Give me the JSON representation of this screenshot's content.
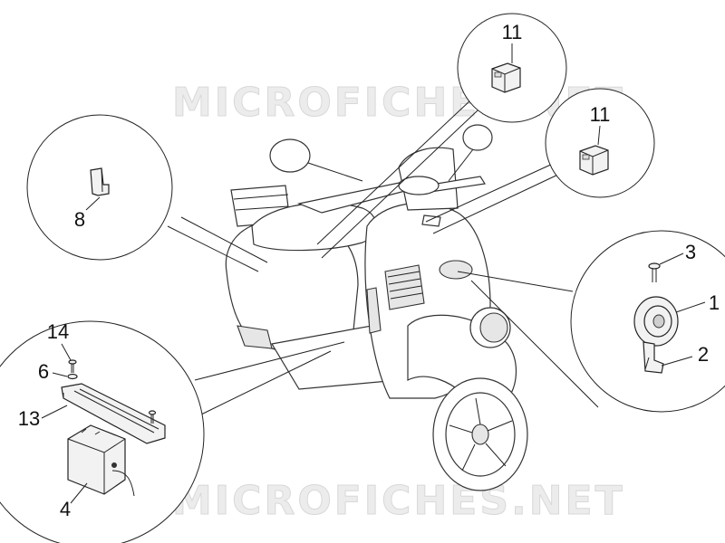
{
  "watermark": "MICROFICHES.NET",
  "callouts": {
    "relay_top": "11",
    "relay_right": "11",
    "bracket": "8",
    "horn_screw": "3",
    "horn": "1",
    "horn_bracket": "2",
    "screw_14": "14",
    "washer_6": "6",
    "battery_tray": "13",
    "battery": "4"
  }
}
